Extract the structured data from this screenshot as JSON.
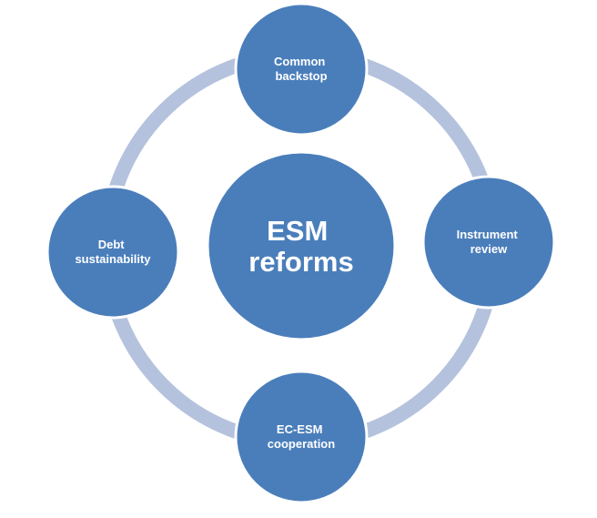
{
  "diagram": {
    "center": {
      "line1": "ESM",
      "line2": "reforms"
    },
    "nodes": {
      "top": {
        "line1": "Common",
        "line2": "backstop"
      },
      "right": {
        "line1": "Instrument",
        "line2": "review"
      },
      "bottom": {
        "line1": "EC-ESM",
        "line2": "cooperation"
      },
      "left": {
        "line1": "Debt",
        "line2": "sustainability"
      }
    },
    "colors": {
      "node_fill": "#4a7ebb",
      "ring": "#b4c2dd",
      "text": "#ffffff"
    }
  }
}
